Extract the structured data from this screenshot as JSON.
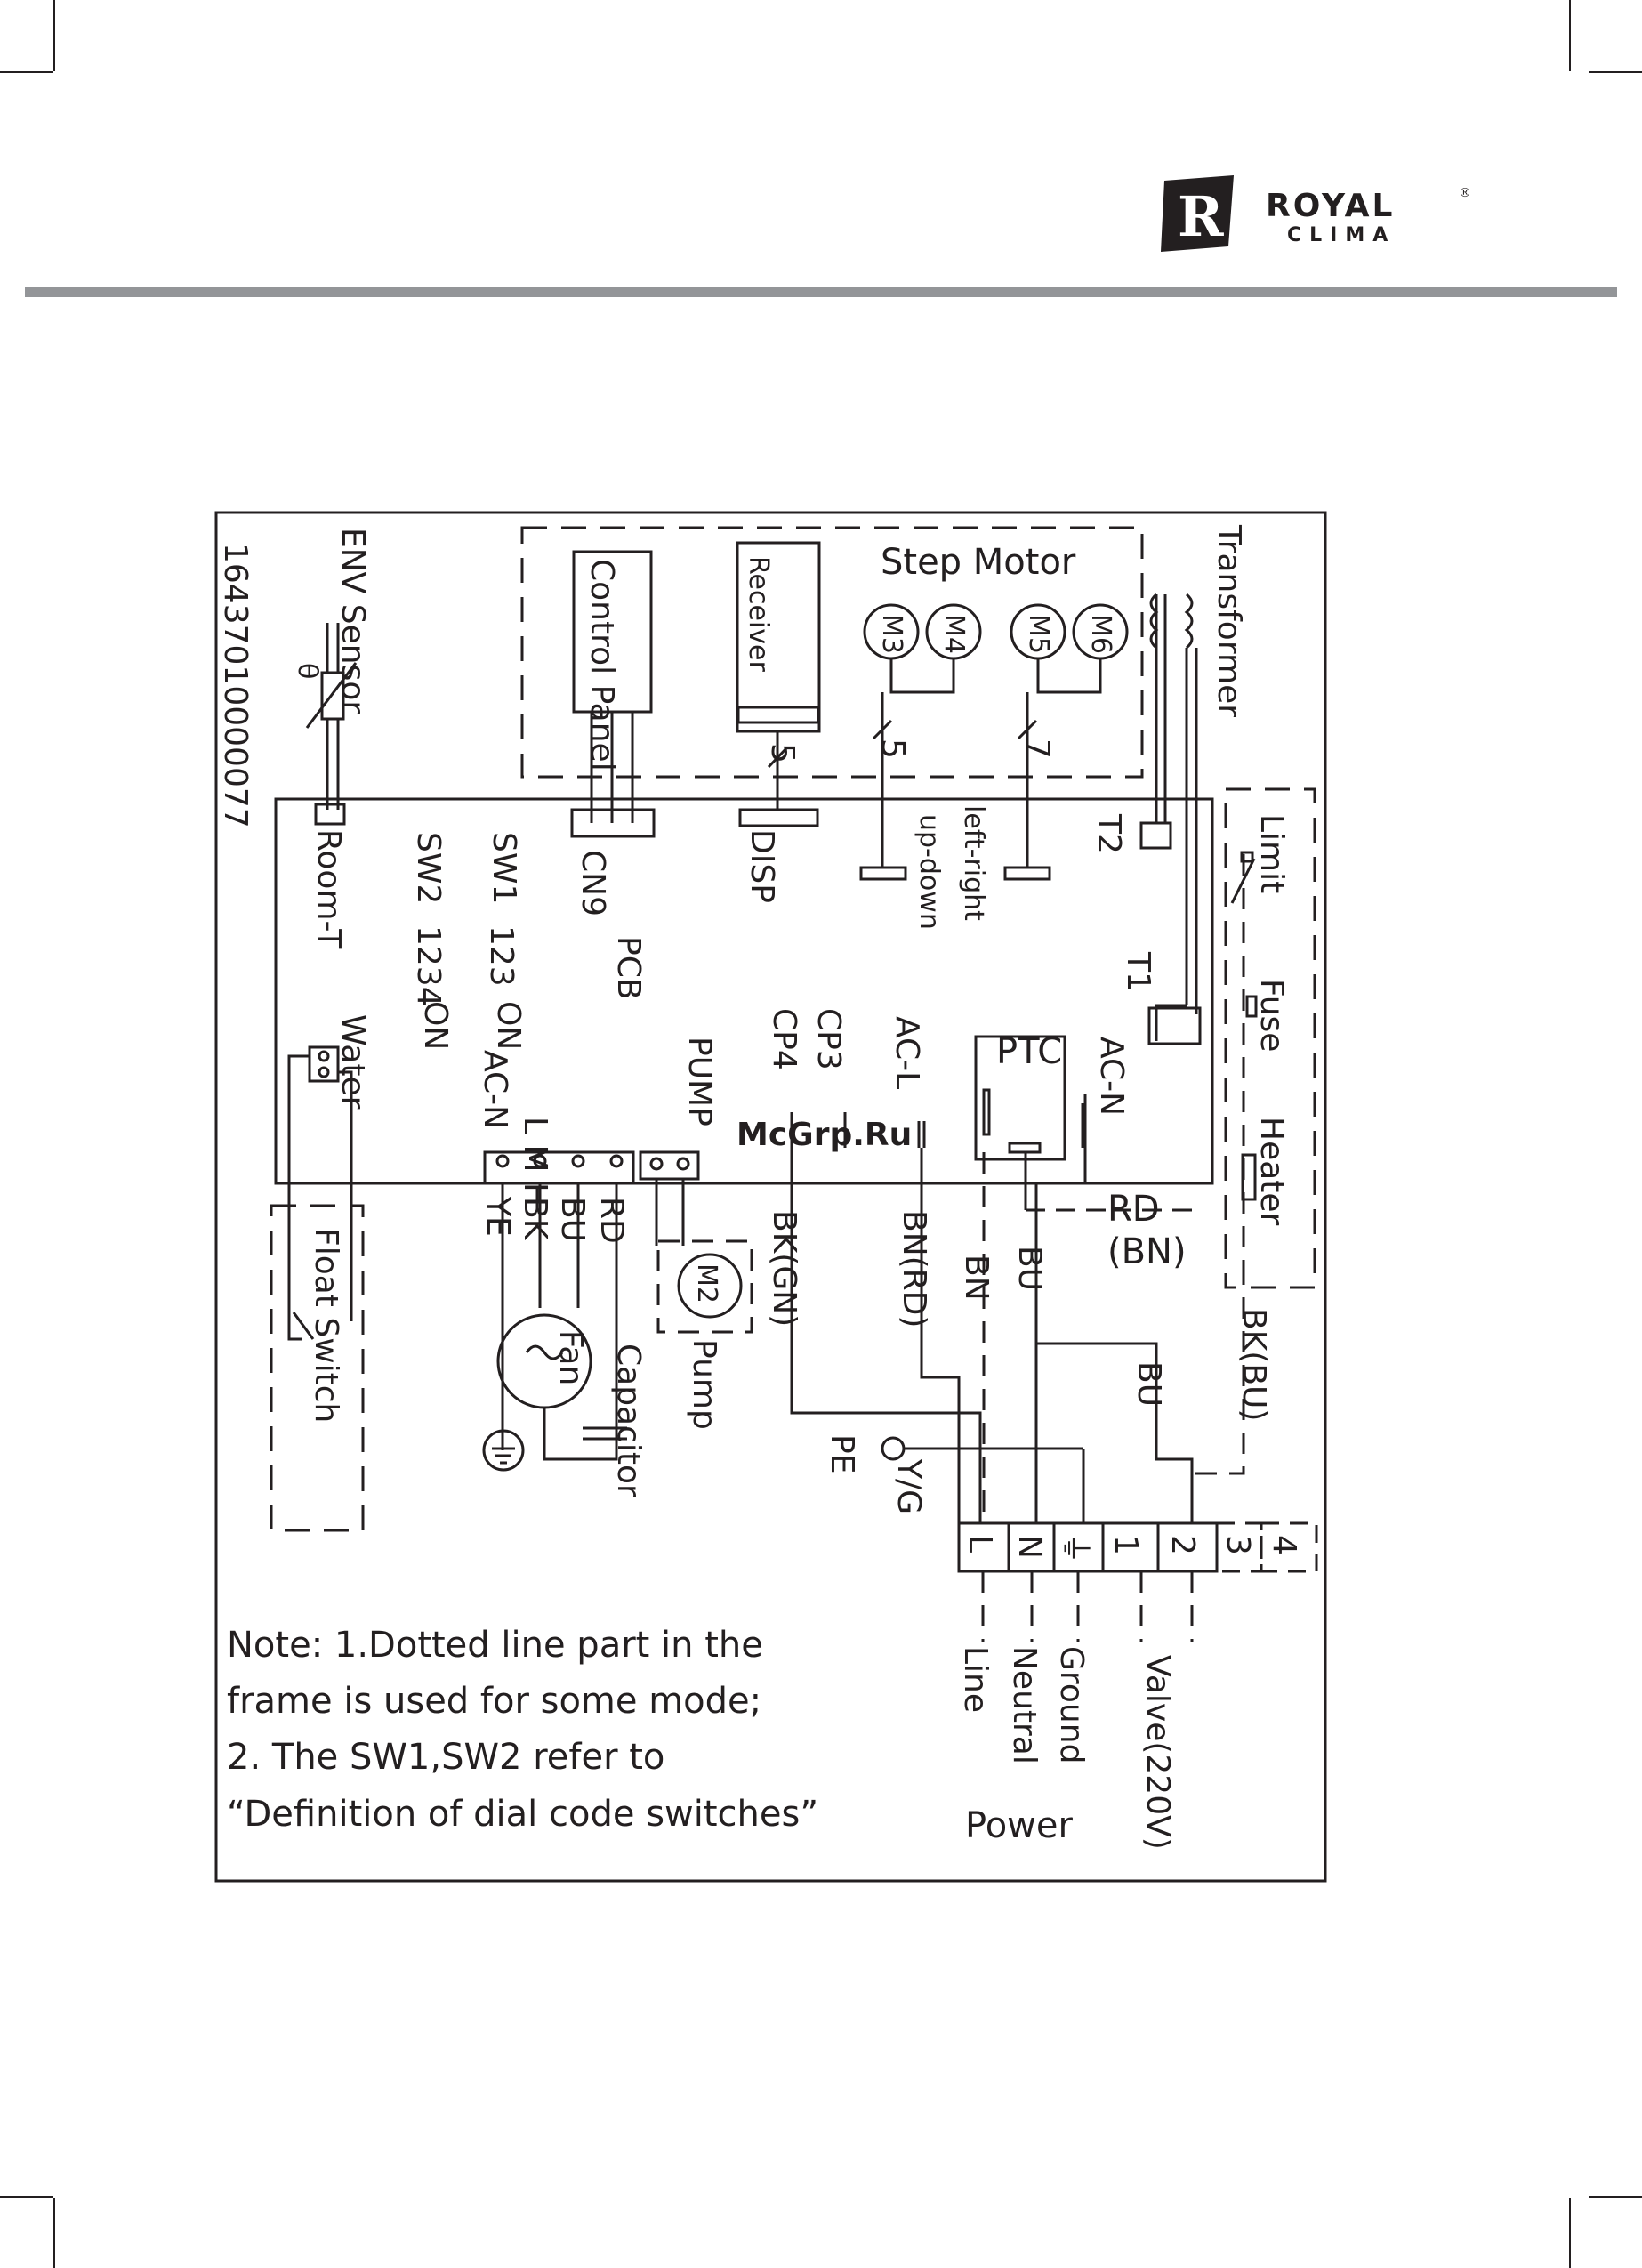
{
  "brand": {
    "letter": "R",
    "name_line1": "ROYAL",
    "name_line2": "CLIMA",
    "reg_mark": "®"
  },
  "watermark": "McGrp.Ru",
  "diagram": {
    "part_number": "16437010000077",
    "components": {
      "env_sensor": "ENV Sensor",
      "theta": "θ",
      "control_panel": "Control Panel",
      "receiver": "Receiver",
      "step_motor": "Step Motor",
      "m3": "M3",
      "m4": "M4",
      "m5": "M5",
      "m6": "M6",
      "transformer": "Transformer",
      "pcb": "PCB",
      "sw1": "SW1",
      "sw2": "SW2",
      "sw1_pins": "123",
      "sw2_pins": "1234",
      "switch_on": "ON",
      "room_t": "Room-T",
      "water": "Water",
      "cn9": "CN9",
      "disp": "DISP",
      "up_down": "up-down",
      "left_right": "left-right",
      "t2": "T2",
      "t1": "T1",
      "limit": "Limit",
      "fuse": "Fuse",
      "heater": "Heater",
      "ptc": "PTC",
      "ac_n_right": "AC-N",
      "ac_l": "AC-L",
      "cp3": "CP3",
      "cp4": "CP4",
      "pump_conn": "PUMP",
      "fan_speeds": "L M H",
      "ac_n_left": "AC-N",
      "m2": "M2",
      "pump": "Pump",
      "fan": "Fan",
      "capacitor": "Capacitor",
      "float_switch": "Float Switch",
      "pe": "PE",
      "yg": "Y/G",
      "wire_5a": "5",
      "wire_5b": "5",
      "wire_7": "7"
    },
    "wires": {
      "ye": "YE",
      "bk": "BK",
      "bu": "BU",
      "rd": "RD",
      "bk_gn": "BK(GN)",
      "bn_rd": "BN(RD)",
      "bn": "BN",
      "bu2": "BU",
      "rd_main": "RD",
      "bn_paren": "(BN)",
      "bk_bu": "BK(BU)",
      "bu3": "BU"
    },
    "terminal_block": [
      "L",
      "N",
      "⏚",
      "1",
      "2",
      "3",
      "4"
    ],
    "terminal_labels": {
      "line": "Line",
      "neutral": "Neutral",
      "ground": "Ground",
      "valve": "Valve(220V)",
      "power": "Power"
    },
    "note_lines": [
      "Note: 1.Dotted line part in the",
      "frame is used for some mode;",
      "2. The SW1,SW2 refer to",
      "“Definition of dial code switches”"
    ]
  },
  "colors": {
    "ink": "#231f20",
    "rule": "#939598",
    "watermark": "#e4312f"
  }
}
